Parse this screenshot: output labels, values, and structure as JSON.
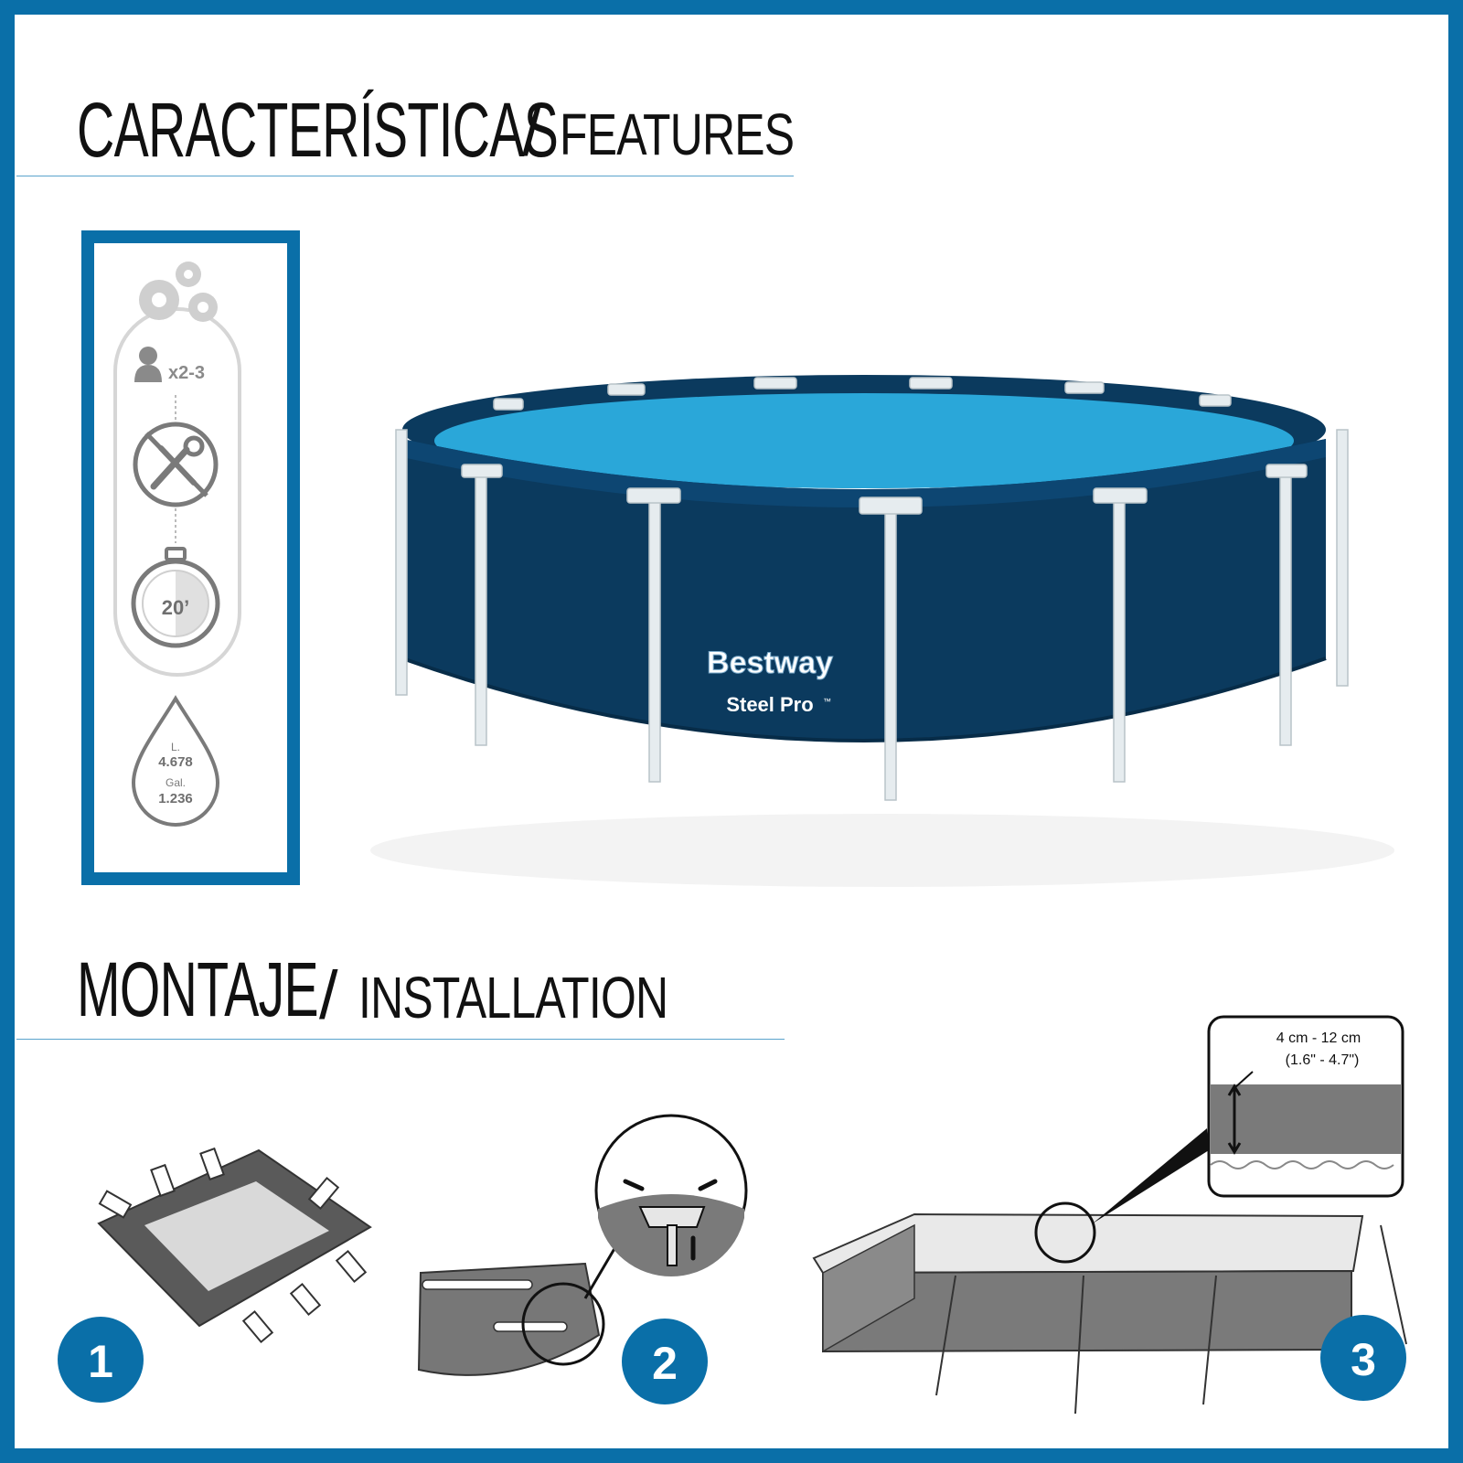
{
  "features": {
    "title_es": "CARACTERÍSTICAS",
    "title_sep": "/",
    "title_en": "FEATURES",
    "people": "x2-3",
    "time": "20’",
    "volume_l_label": "L.",
    "volume_l": "4.678",
    "volume_gal_label": "Gal.",
    "volume_gal": "1.236",
    "icons": [
      "gears-icon",
      "person-icon",
      "no-tools-icon",
      "stopwatch-icon",
      "water-drop-icon"
    ]
  },
  "product": {
    "brand": "Bestway",
    "model": "Steel Pro",
    "tm": "™",
    "colors": {
      "liner": "#0b3a5e",
      "water": "#2aa7d9",
      "frame": "#e8eef0"
    }
  },
  "installation": {
    "title_es": "MONTAJE",
    "title_sep": "/",
    "title_en": "INSTALLATION",
    "steps": [
      "1",
      "2",
      "3"
    ],
    "depth_range": "4 cm - 12 cm",
    "depth_range_in": "(1.6\" - 4.7\")"
  },
  "colors": {
    "accent": "#0a6fa8",
    "step_badge": "#0a6fa8"
  }
}
